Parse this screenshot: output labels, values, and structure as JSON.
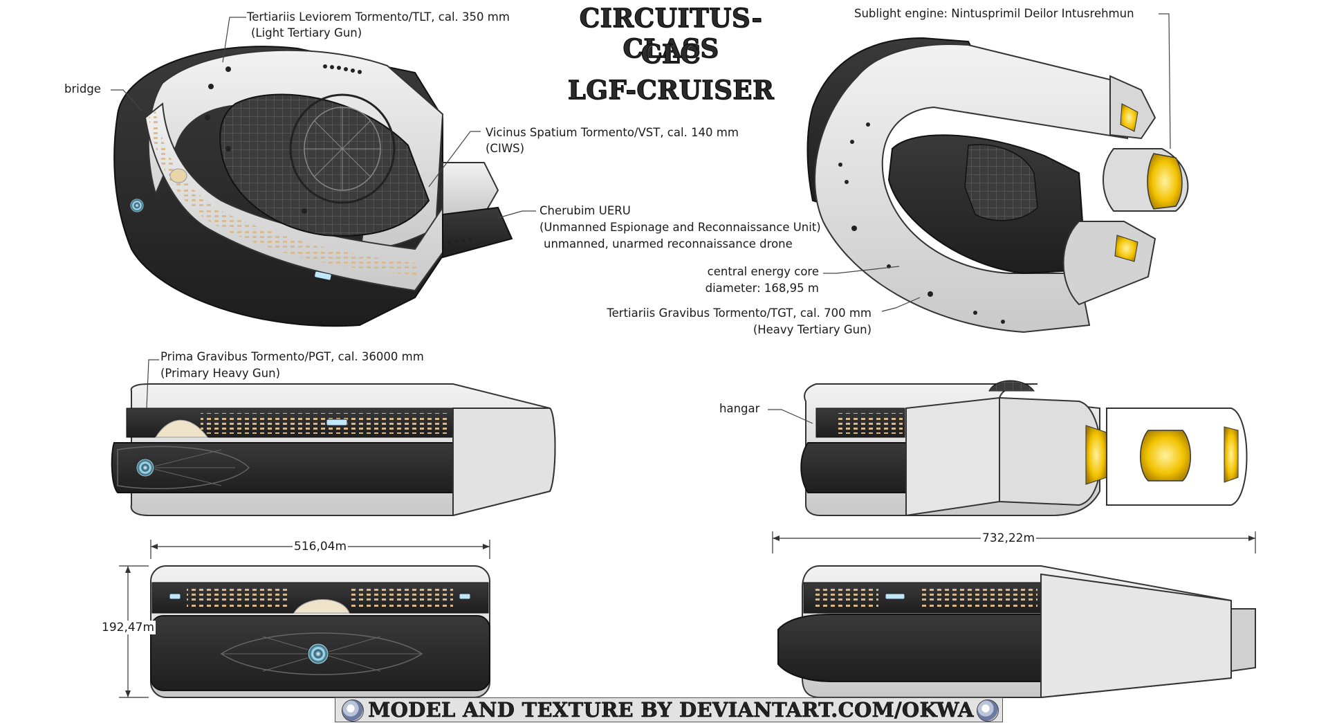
{
  "title": {
    "line1": "CIRCUITUS-CLASS",
    "line2": "CLC",
    "line3": "LGF-CRUISER"
  },
  "labels": {
    "tlt_1": "Tertiariis Leviorem Tormento/TLT, cal. 350 mm",
    "tlt_2": "(Light Tertiary Gun)",
    "bridge": "bridge",
    "vst_1": "Vicinus Spatium Tormento/VST, cal. 140 mm",
    "vst_2": "(CIWS)",
    "uer_1": "Cherubim UERU",
    "uer_2": "(Unmanned Espionage and Reconnaissance Unit)",
    "uer_3": "unmanned, unarmed reconnaissance drone",
    "sublight": "Sublight engine: Nintusprimil Deilor Intusrehmun",
    "core_1": "central energy core",
    "core_2": "diameter: 168,95 m",
    "tgt_1": "Tertiariis Gravibus Tormento/TGT, cal. 700 mm",
    "tgt_2": "(Heavy Tertiary Gun)",
    "pgt_1": "Prima Gravibus Tormento/PGT, cal. 36000 mm",
    "pgt_2": "(Primary Heavy Gun)",
    "hangar": "hangar"
  },
  "dimensions": {
    "width": "516,04m",
    "height": "192,47m",
    "length": "732,22m"
  },
  "credit": "MODEL AND TEXTURE BY DEVIANTART.COM/OKWA",
  "colors": {
    "hull_light": "#e4e4e4",
    "hull_dark": "#2b2b2b",
    "engine_glow": "#f2c200",
    "window": "#d9b88a",
    "emitter": "#bfe7f7"
  }
}
